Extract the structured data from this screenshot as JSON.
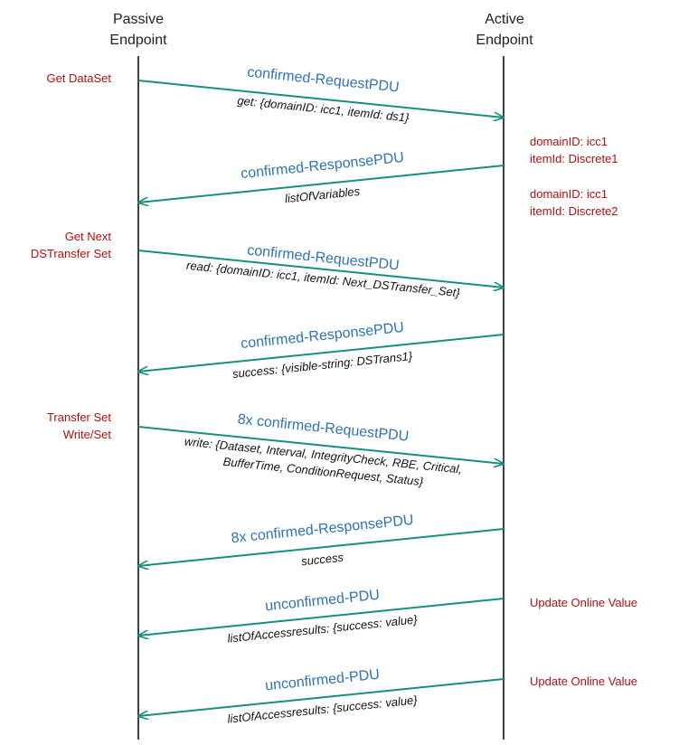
{
  "colors": {
    "arrow": "#14907e",
    "pdu_label": "#2e74b5",
    "note": "#b40f0f",
    "lifeline": "#404040"
  },
  "endpoints": {
    "passive": [
      "Passive",
      "Endpoint"
    ],
    "active": [
      "Active",
      "Endpoint"
    ]
  },
  "left_notes": [
    {
      "lines": [
        "Get DataSet"
      ]
    },
    {
      "lines": [
        "Get Next",
        "DSTransfer Set"
      ]
    },
    {
      "lines": [
        "Transfer Set",
        "Write/Set"
      ]
    }
  ],
  "right_notes": [
    {
      "lines": [
        "domainID: icc1",
        "itemId: Discrete1"
      ]
    },
    {
      "lines": [
        "domainID: icc1",
        "itemId: Discrete2"
      ]
    },
    {
      "lines": [
        "Update Online Value"
      ]
    },
    {
      "lines": [
        "Update Online Value"
      ]
    }
  ],
  "messages": [
    {
      "direction": "to-active",
      "label": "confirmed-RequestPDU",
      "params": [
        "get: {domainID: icc1, itemId: ds1}"
      ]
    },
    {
      "direction": "to-passive",
      "label": "confirmed-ResponsePDU",
      "params": [
        "listOfVariables"
      ]
    },
    {
      "direction": "to-active",
      "label": "confirmed-RequestPDU",
      "params": [
        "read: {domainID: icc1, itemId: Next_DSTransfer_Set}"
      ]
    },
    {
      "direction": "to-passive",
      "label": "confirmed-ResponsePDU",
      "params": [
        "success: {visible-string: DSTrans1}"
      ]
    },
    {
      "direction": "to-active",
      "label": "8x confirmed-RequestPDU",
      "params": [
        "write: {Dataset, Interval, IntegrityCheck, RBE, Critical,",
        "BufferTime, ConditionRequest, Status}"
      ]
    },
    {
      "direction": "to-passive",
      "label": "8x confirmed-ResponsePDU",
      "params": [
        "success"
      ]
    },
    {
      "direction": "to-passive",
      "label": "unconfirmed-PDU",
      "params": [
        "listOfAccessresults: {success: value}"
      ]
    },
    {
      "direction": "to-passive",
      "label": "unconfirmed-PDU",
      "params": [
        "listOfAccessresults: {success: value}"
      ]
    }
  ]
}
